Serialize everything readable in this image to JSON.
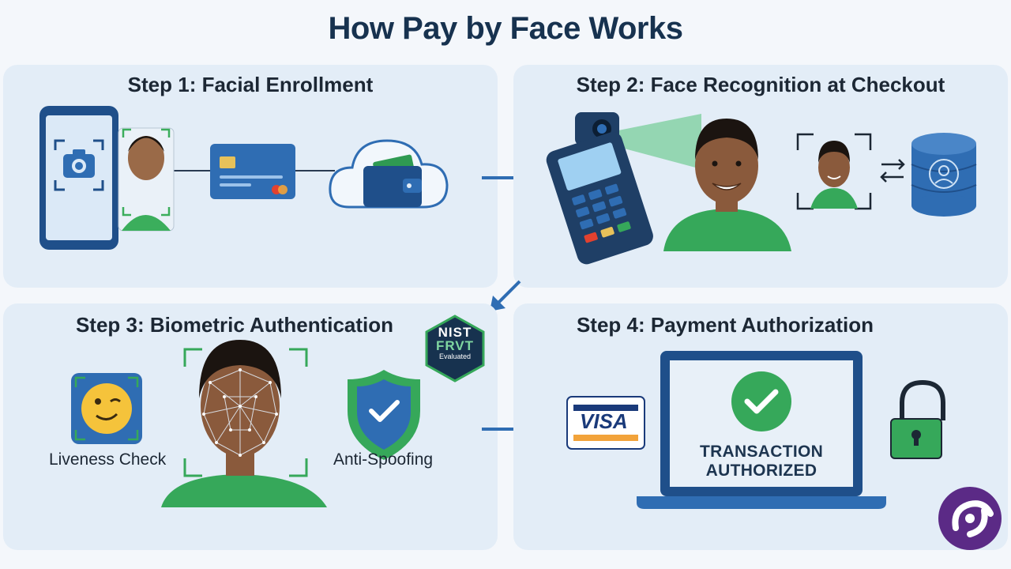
{
  "title": "How Pay by Face Works",
  "steps": [
    {
      "title": "Step 1: Facial Enrollment"
    },
    {
      "title": "Step 2: Face Recognition at Checkout"
    },
    {
      "title": "Step 3: Biometric Authentication",
      "labels": {
        "liveness": "Liveness Check",
        "anti_spoofing": "Anti-Spoofing"
      }
    },
    {
      "title": "Step 4: Payment Authorization",
      "status_line1": "TRANSACTION",
      "status_line2": "AUTHORIZED"
    }
  ],
  "badge": {
    "line1": "NIST",
    "line2": "FRVT",
    "line3": "Evaluated"
  },
  "card_brand": "VISA",
  "colors": {
    "navy": "#17324f",
    "blue": "#2f6db3",
    "green": "#36a85a",
    "panel": "#e3edf7",
    "skin": "#8a5a3c",
    "logo_purple": "#5b2a86"
  }
}
